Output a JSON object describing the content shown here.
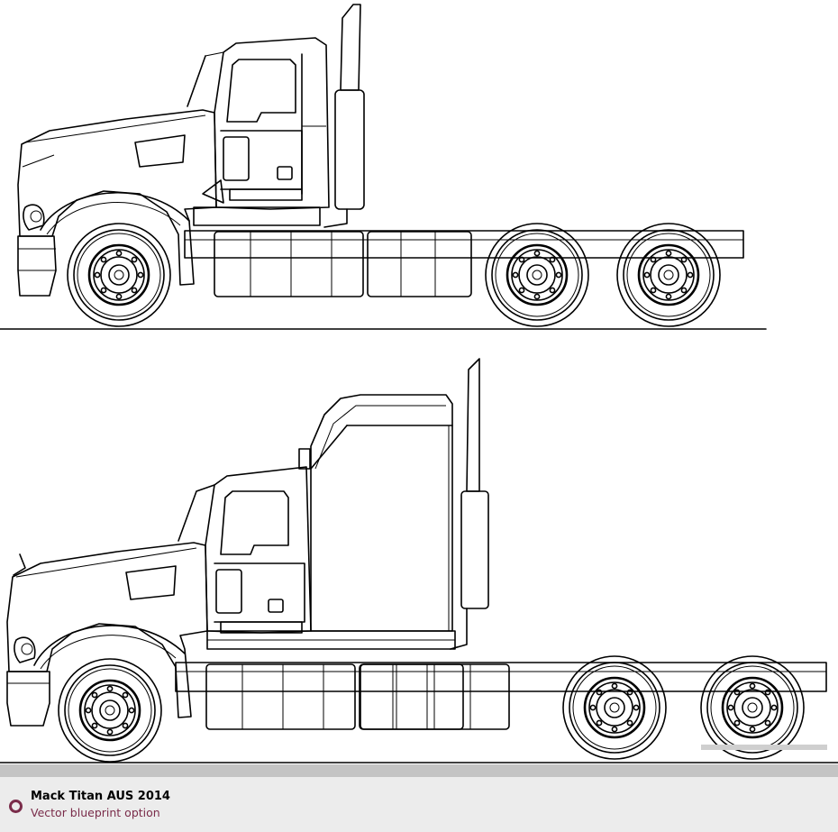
{
  "caption": {
    "title": "Mack Titan AUS 2014",
    "subtitle": "Vector blueprint option",
    "icon": "circle-bullet-icon",
    "accent_color": "#7a2c4a"
  },
  "blueprint": {
    "views": [
      {
        "name": "day-cab-side-view",
        "axles": 3
      },
      {
        "name": "sleeper-cab-side-view",
        "axles": 3
      }
    ]
  },
  "colors": {
    "line": "#000000",
    "band": "#c4c4c4",
    "caption_bg": "#ececec"
  }
}
